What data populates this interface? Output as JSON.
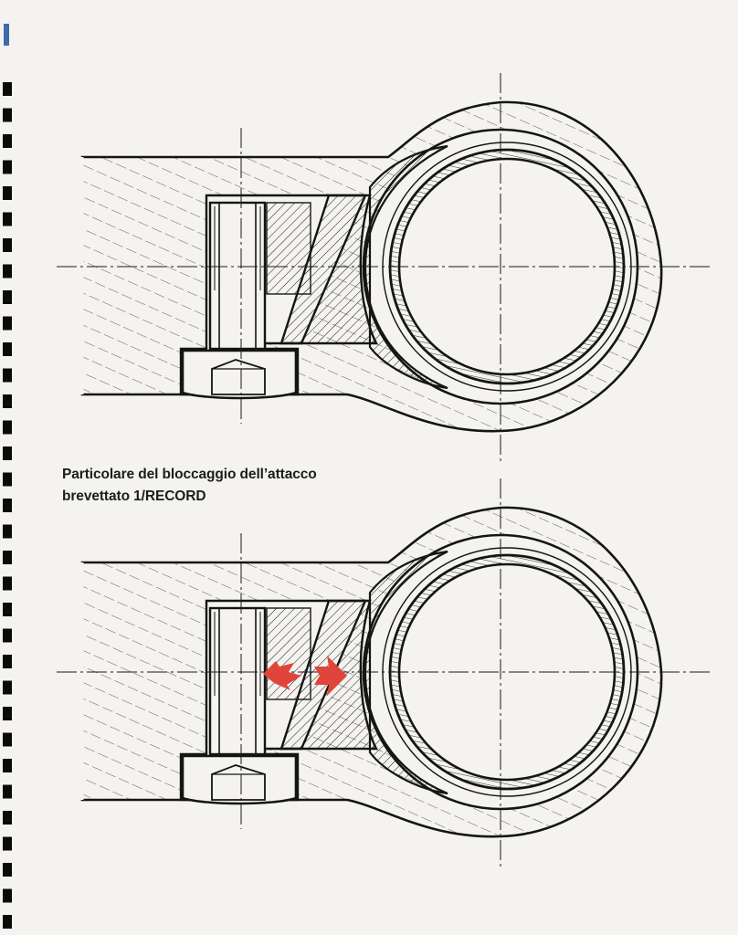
{
  "caption": {
    "line1": "Particolare del bloccaggio dell’attacco",
    "line2": "brevettato 1/RECORD"
  },
  "figures": [
    {
      "id": "top",
      "state": "unlocked",
      "arrows": false
    },
    {
      "id": "bottom",
      "state": "locked",
      "arrows": true
    }
  ],
  "colors": {
    "paper": "#f4f3ef",
    "ink": "#151515",
    "arrow": "#e0443a"
  }
}
